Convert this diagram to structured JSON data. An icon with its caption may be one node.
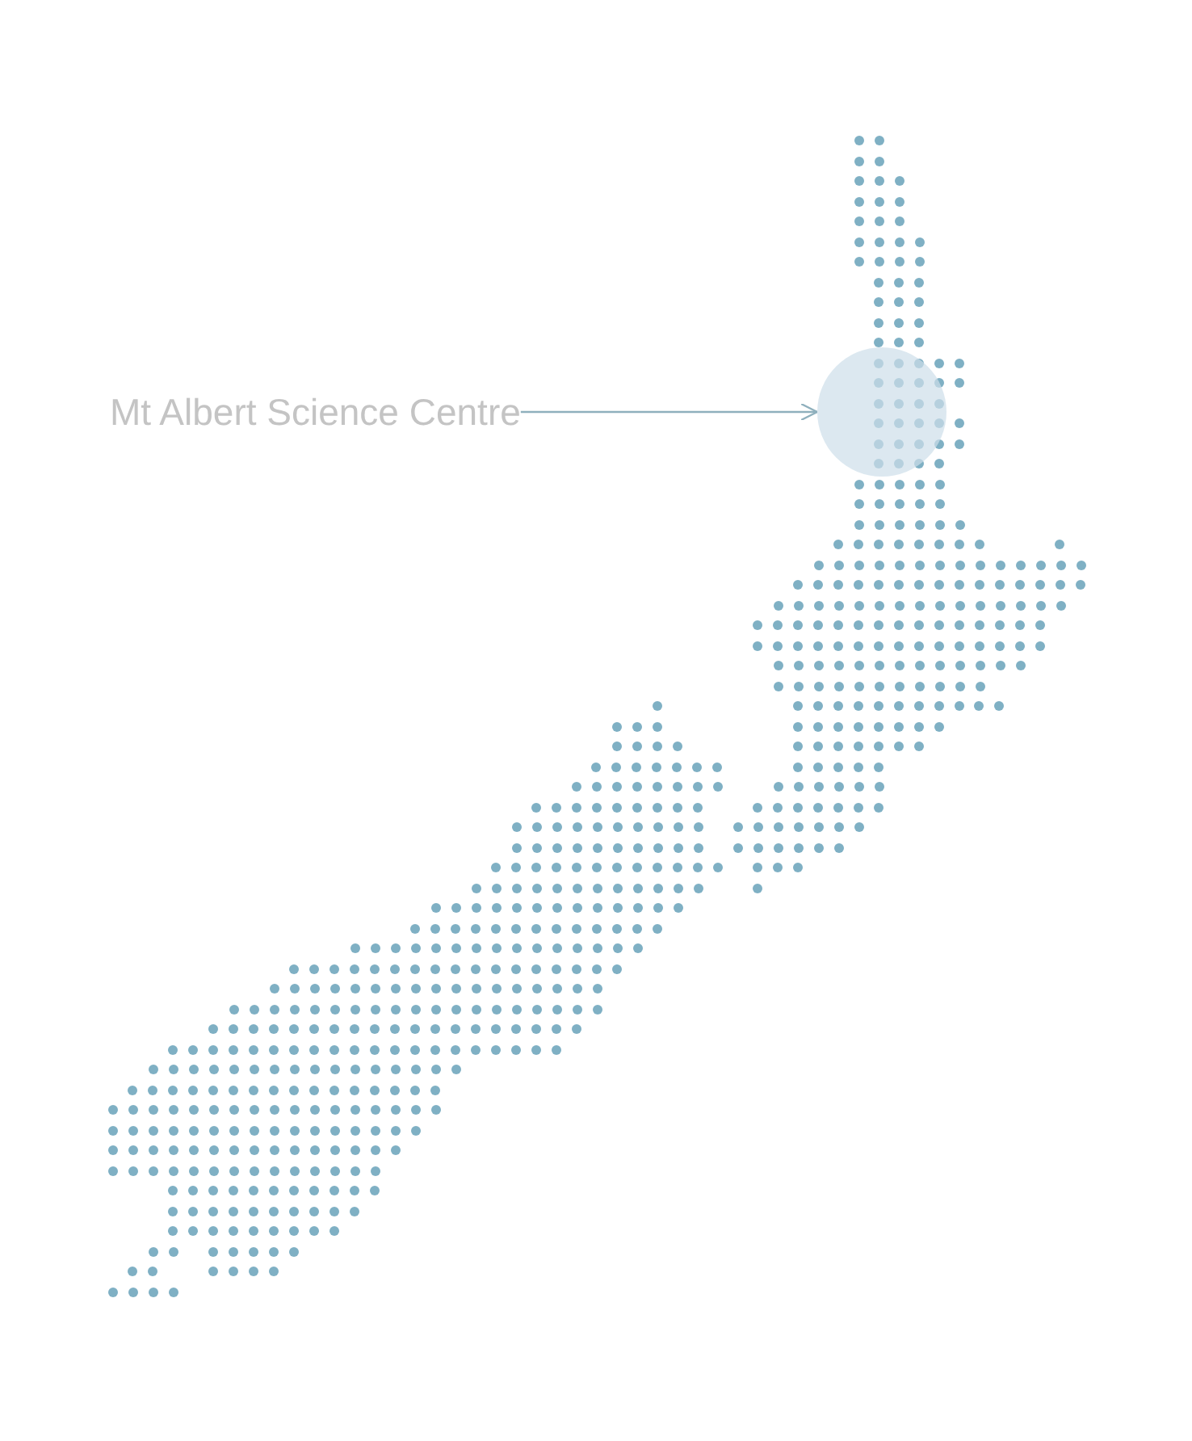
{
  "diagram": {
    "nodes": [
      {
        "text": [
          "Mt Albert Science Centre"
        ]
      },
      {
        "text": [],
        "shape": "circle"
      }
    ],
    "edges": [
      {
        "from": 0,
        "to": 1,
        "arrow": "to"
      }
    ]
  }
}
